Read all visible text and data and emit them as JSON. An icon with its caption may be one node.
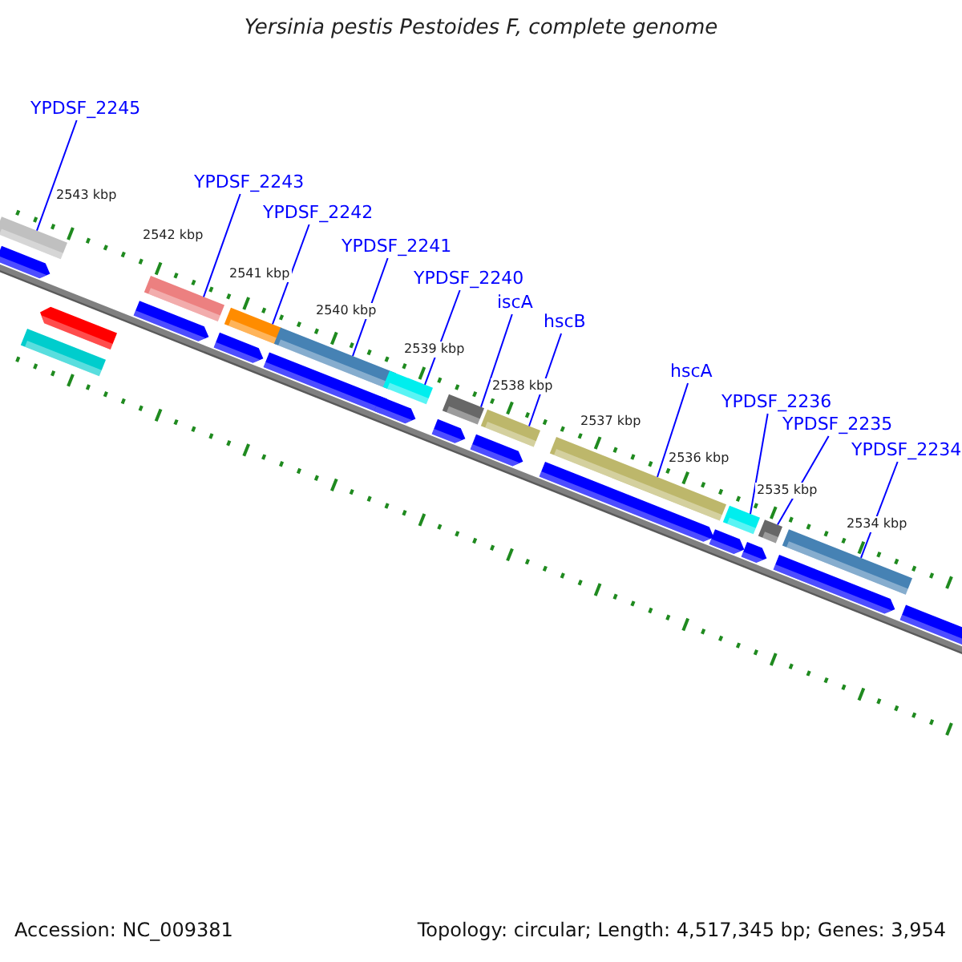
{
  "diagram": {
    "title": "Yersinia pestis Pestoides F, complete genome",
    "nodes": [
      {
        "text": [
          "YPDSF_2245"
        ]
      },
      {
        "text": [
          "YPDSF_2243"
        ]
      },
      {
        "text": [
          "YPDSF_2242"
        ]
      },
      {
        "text": [
          "YPDSF_2241"
        ]
      },
      {
        "text": [
          "YPDSF_2240"
        ]
      },
      {
        "text": [
          "iscA"
        ]
      },
      {
        "text": [
          "hscB"
        ]
      },
      {
        "text": [
          "hscA"
        ]
      },
      {
        "text": [
          "YPDSF_2236"
        ]
      },
      {
        "text": [
          "YPDSF_2235"
        ]
      },
      {
        "text": [
          "YPDSF_2234"
        ]
      },
      {
        "text": [],
        "shape": "bar"
      },
      {
        "text": [],
        "shape": "bar"
      },
      {
        "text": [],
        "shape": "bar"
      },
      {
        "text": [],
        "shape": "bar"
      },
      {
        "text": [],
        "shape": "bar"
      },
      {
        "text": [],
        "shape": "bar"
      },
      {
        "text": [],
        "shape": "bar"
      },
      {
        "text": [],
        "shape": "bar"
      },
      {
        "text": [],
        "shape": "bar"
      },
      {
        "text": [],
        "shape": "bar"
      },
      {
        "text": [],
        "shape": "bar"
      }
    ],
    "edges": [
      {
        "from": 0,
        "to": 11,
        "arrow": "none"
      },
      {
        "from": 1,
        "to": 12,
        "arrow": "none"
      },
      {
        "from": 2,
        "to": 13,
        "arrow": "none"
      },
      {
        "from": 3,
        "to": 14,
        "arrow": "none"
      },
      {
        "from": 4,
        "to": 15,
        "arrow": "none"
      },
      {
        "from": 5,
        "to": 16,
        "arrow": "none"
      },
      {
        "from": 6,
        "to": 17,
        "arrow": "none"
      },
      {
        "from": 7,
        "to": 18,
        "arrow": "none"
      },
      {
        "from": 8,
        "to": 19,
        "arrow": "none"
      },
      {
        "from": 9,
        "to": 20,
        "arrow": "none"
      },
      {
        "from": 10,
        "to": 21,
        "arrow": "none"
      }
    ],
    "labels": [
      "2543 kbp",
      "2542 kbp",
      "2541 kbp",
      "2540 kbp",
      "2539 kbp",
      "2538 kbp",
      "2537 kbp",
      "2536 kbp",
      "2535 kbp",
      "2534 kbp",
      "Accession: NC_009381",
      "Topology: circular; Length: 4,517,345 bp; Genes: 3,954"
    ]
  }
}
